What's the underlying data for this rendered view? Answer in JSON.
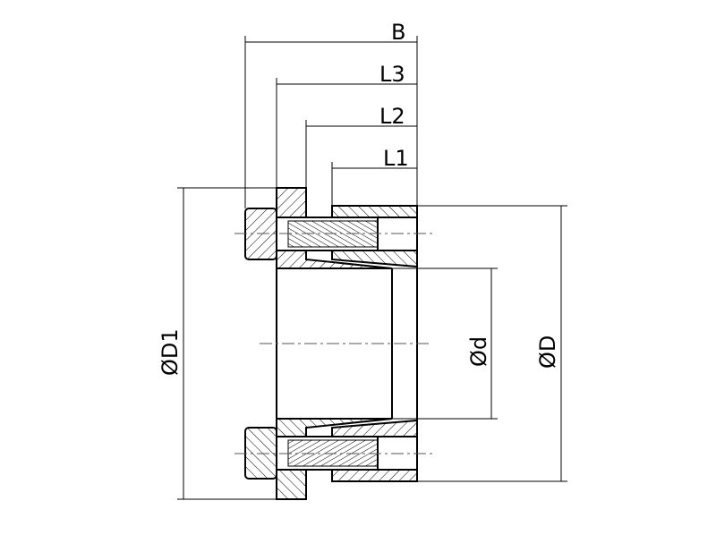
{
  "title": "Locking assembly cross-section drawing",
  "dimensions": {
    "B": "B",
    "L3": "L3",
    "L2": "L2",
    "L1": "L1",
    "D1": "ØD1",
    "d": "Ød",
    "D": "ØD"
  }
}
